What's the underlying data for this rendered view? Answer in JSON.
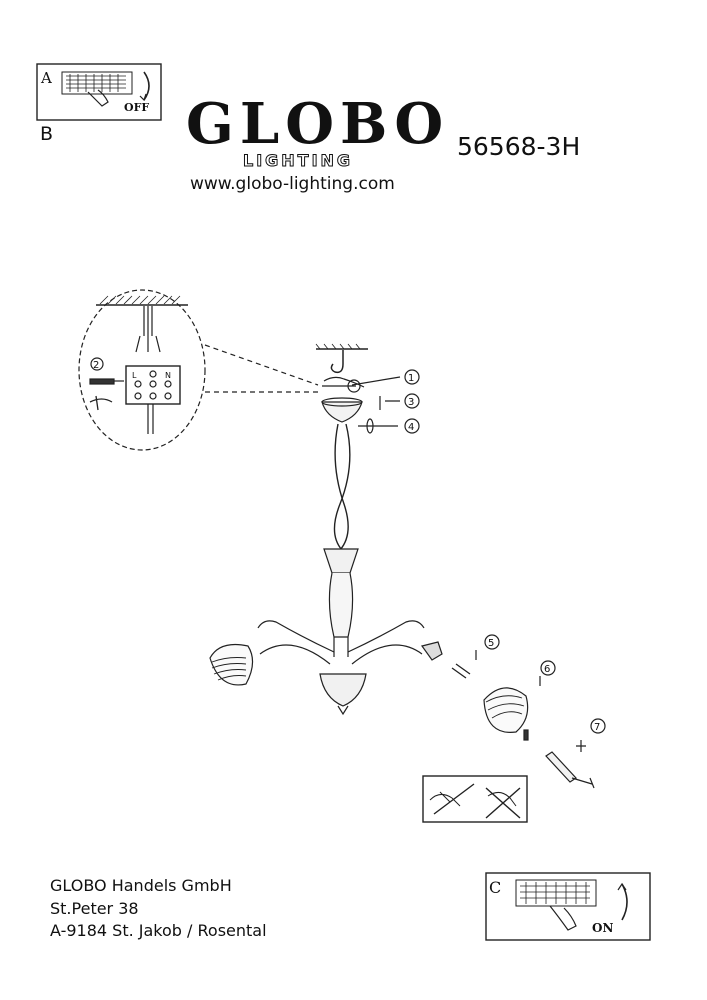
{
  "brand": {
    "name": "GLOBO",
    "sub": "LIGHTING",
    "url": "www.globo-lighting.com"
  },
  "model": "56568-3H",
  "panel_a": {
    "letter": "A",
    "state": "OFF"
  },
  "panel_b": {
    "letter": "B"
  },
  "panel_c": {
    "letter": "C",
    "state": "ON"
  },
  "steps": [
    "1",
    "2",
    "3",
    "4",
    "5",
    "6",
    "7"
  ],
  "terminal_labels": [
    "L",
    "N"
  ],
  "address": {
    "company": "GLOBO Handels GmbH",
    "street": "St.Peter 38",
    "city": "A-9184 St. Jakob / Rosental"
  }
}
